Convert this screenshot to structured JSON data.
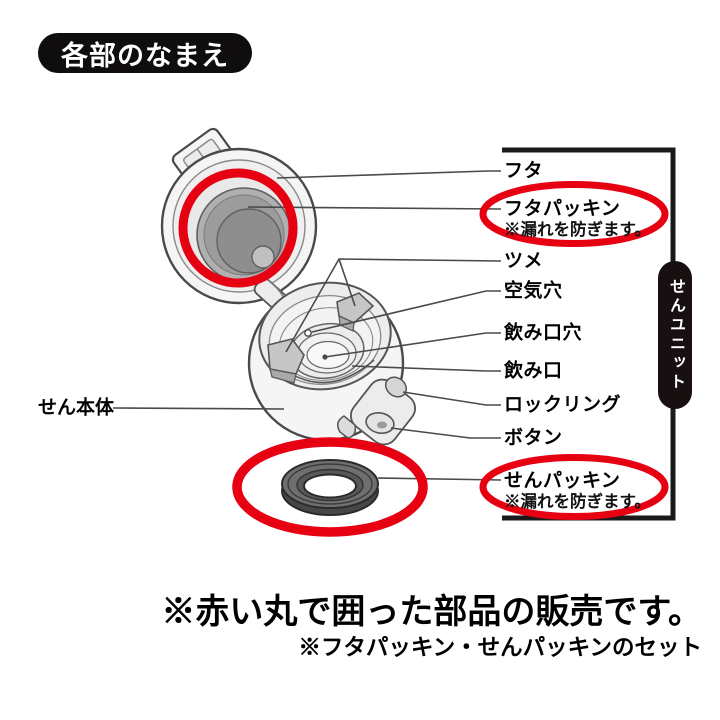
{
  "header": {
    "title": "各部のなまえ"
  },
  "diagram": {
    "unit_bracket_label": "せんユニット",
    "parts": [
      {
        "label": "フタ"
      },
      {
        "label": "フタパッキン",
        "note": "※漏れを防ぎます。",
        "highlighted": true
      },
      {
        "label": "ツメ"
      },
      {
        "label": "空気穴"
      },
      {
        "label": "飲み口穴"
      },
      {
        "label": "飲み口"
      },
      {
        "label": "ロックリング"
      },
      {
        "label": "ボタン"
      },
      {
        "label": "せんパッキン",
        "note": "※漏れを防ぎます。",
        "highlighted": true
      }
    ],
    "left_label": "せん本体",
    "colors": {
      "highlight_red": "#e60012",
      "bracket_black": "#1a1a1a",
      "leader_gray": "#4a4a4a"
    }
  },
  "footer": {
    "note_main": "※赤い丸で囲った部品の販売です。",
    "note_sub": "※フタパッキン・せんパッキンのセット"
  }
}
